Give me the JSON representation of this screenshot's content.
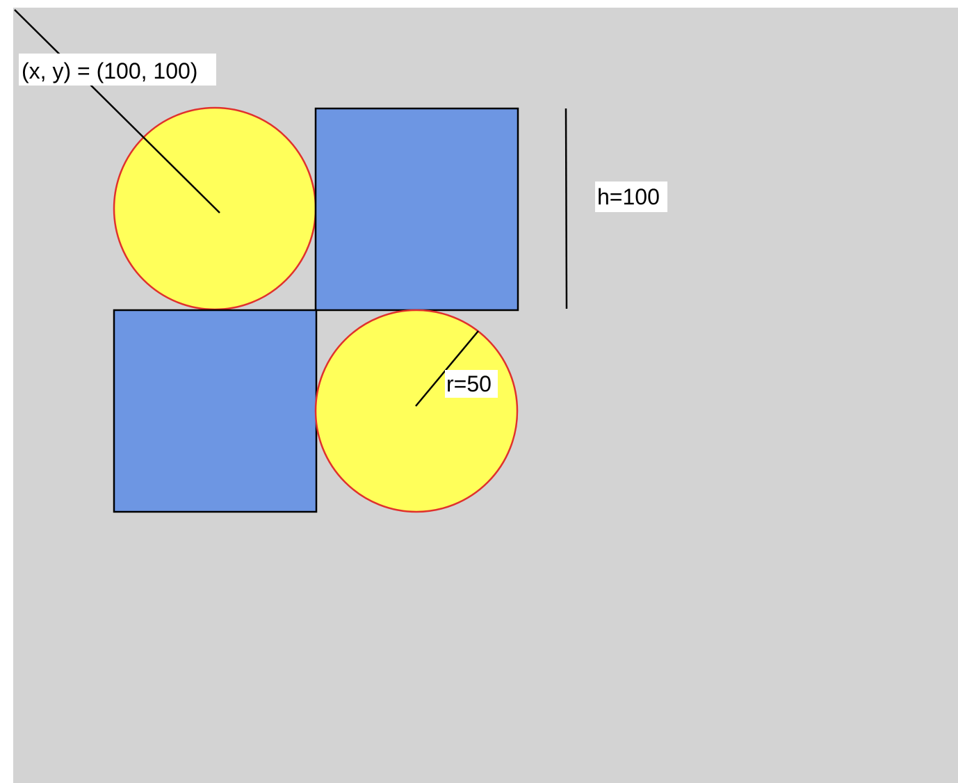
{
  "labels": {
    "corner": "(x, y) = (100, 100)",
    "height": "h=100",
    "radius": "r=50"
  },
  "colors": {
    "canvas_background": "#d3d3d3",
    "square_fill": "#6d96e3",
    "square_stroke": "#000000",
    "circle_fill": "#ffff5a",
    "circle_stroke": "#e0312d",
    "line_stroke": "#000000",
    "label_background": "#ffffff"
  }
}
